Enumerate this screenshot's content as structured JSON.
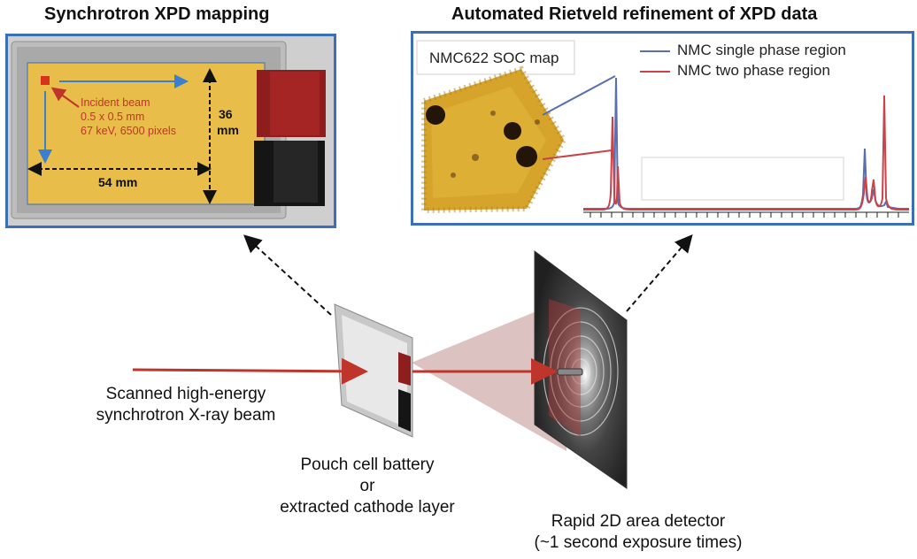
{
  "titles": {
    "left": "Synchrotron XPD mapping",
    "right": "Automated Rietveld refinement of XPD data"
  },
  "xpd_map": {
    "beam_note_line1": "Incident beam",
    "beam_note_line2": "0.5 x 0.5 mm",
    "beam_note_line3": "67 keV, 6500 pixels",
    "height_value": "36",
    "height_unit": "mm",
    "width_label": "54 mm"
  },
  "rietveld": {
    "soc_map_label": "NMC622 SOC map",
    "legend": [
      {
        "label": "NMC single phase region",
        "color": "#5a6fb0"
      },
      {
        "label": "NMC two phase region",
        "color": "#c8434a"
      }
    ]
  },
  "setup": {
    "beam_label_line1": "Scanned high-energy",
    "beam_label_line2": "synchrotron X-ray beam",
    "cell_label_line1": "Pouch cell battery",
    "cell_label_line2": "or",
    "cell_label_line3": "extracted cathode layer",
    "detector_label_line1": "Rapid 2D area detector",
    "detector_label_line2": "(~1 second exposure times)"
  },
  "colors": {
    "panel_border": "#3b6fb8",
    "beam_red": "#c0352b",
    "scan_arrow_blue": "#3b7fd0",
    "electrode_yellow": "#e9bd4a"
  }
}
